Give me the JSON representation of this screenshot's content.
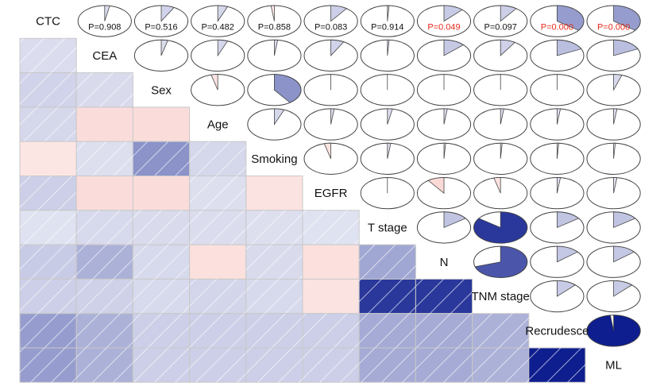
{
  "chart_data": {
    "type": "correlogram",
    "title": "",
    "variables": [
      "CTC",
      "CEA",
      "Sex",
      "Age",
      "Smoking",
      "EGFR",
      "T stage",
      "N",
      "TNM stage",
      "Recrudesce",
      "ML"
    ],
    "p_values": [
      "P=0.908",
      "P=0.516",
      "P=0.482",
      "P=0.858",
      "P=0.083",
      "P=0.914",
      "P=0.049",
      "P=0.097",
      "P=0.000",
      "P=0.000"
    ],
    "p_value_colors": [
      "#111111",
      "#111111",
      "#111111",
      "#111111",
      "#111111",
      "#111111",
      "#e8291c",
      "#111111",
      "#e8291c",
      "#e8291c"
    ],
    "correlation_matrix": [
      [
        1,
        0.03,
        0.08,
        0.06,
        -0.02,
        0.1,
        0.01,
        0.12,
        0.1,
        0.35,
        0.35
      ],
      [
        0.03,
        1,
        0.04,
        0.06,
        0.02,
        0.08,
        0.01,
        0.13,
        0.09,
        0.18,
        0.18
      ],
      [
        0.08,
        0.04,
        1,
        -0.04,
        0.4,
        0.0,
        0.0,
        0.0,
        0.0,
        0.0,
        0.05
      ],
      [
        0.06,
        -0.08,
        -0.08,
        1,
        0.06,
        0.02,
        0.03,
        0.02,
        0.02,
        0.02,
        0.02
      ],
      [
        -0.02,
        0.02,
        0.4,
        0.06,
        1,
        -0.04,
        0.02,
        0.01,
        0.01,
        0.01,
        0.01
      ],
      [
        0.1,
        -0.08,
        -0.08,
        0.02,
        -0.04,
        1,
        0.0,
        -0.1,
        -0.04,
        0.02,
        0.02
      ],
      [
        0.01,
        0.05,
        0.04,
        0.03,
        0.02,
        0.01,
        1,
        0.15,
        0.85,
        0.15,
        0.15
      ],
      [
        0.12,
        0.25,
        0.05,
        -0.06,
        0.04,
        -0.06,
        0.3,
        1,
        0.7,
        0.14,
        0.14
      ],
      [
        0.1,
        0.09,
        0.05,
        0.07,
        0.05,
        -0.04,
        0.85,
        0.85,
        1,
        0.12,
        0.12
      ],
      [
        0.35,
        0.25,
        0.1,
        0.1,
        0.1,
        0.1,
        0.28,
        0.28,
        0.25,
        1,
        0.98
      ],
      [
        0.35,
        0.25,
        0.1,
        0.1,
        0.1,
        0.1,
        0.28,
        0.28,
        0.25,
        0.98,
        1
      ]
    ],
    "colors": {
      "positive": "#0a1a8c",
      "negative": "#e74c3c",
      "cell_border": "#c8c8c8",
      "pie_border": "#444444",
      "hatch_line": "#ffffff"
    },
    "lower_panel": "shade",
    "upper_panel": "pie",
    "diagonal": "variable names",
    "grid": false,
    "legend": "none"
  }
}
